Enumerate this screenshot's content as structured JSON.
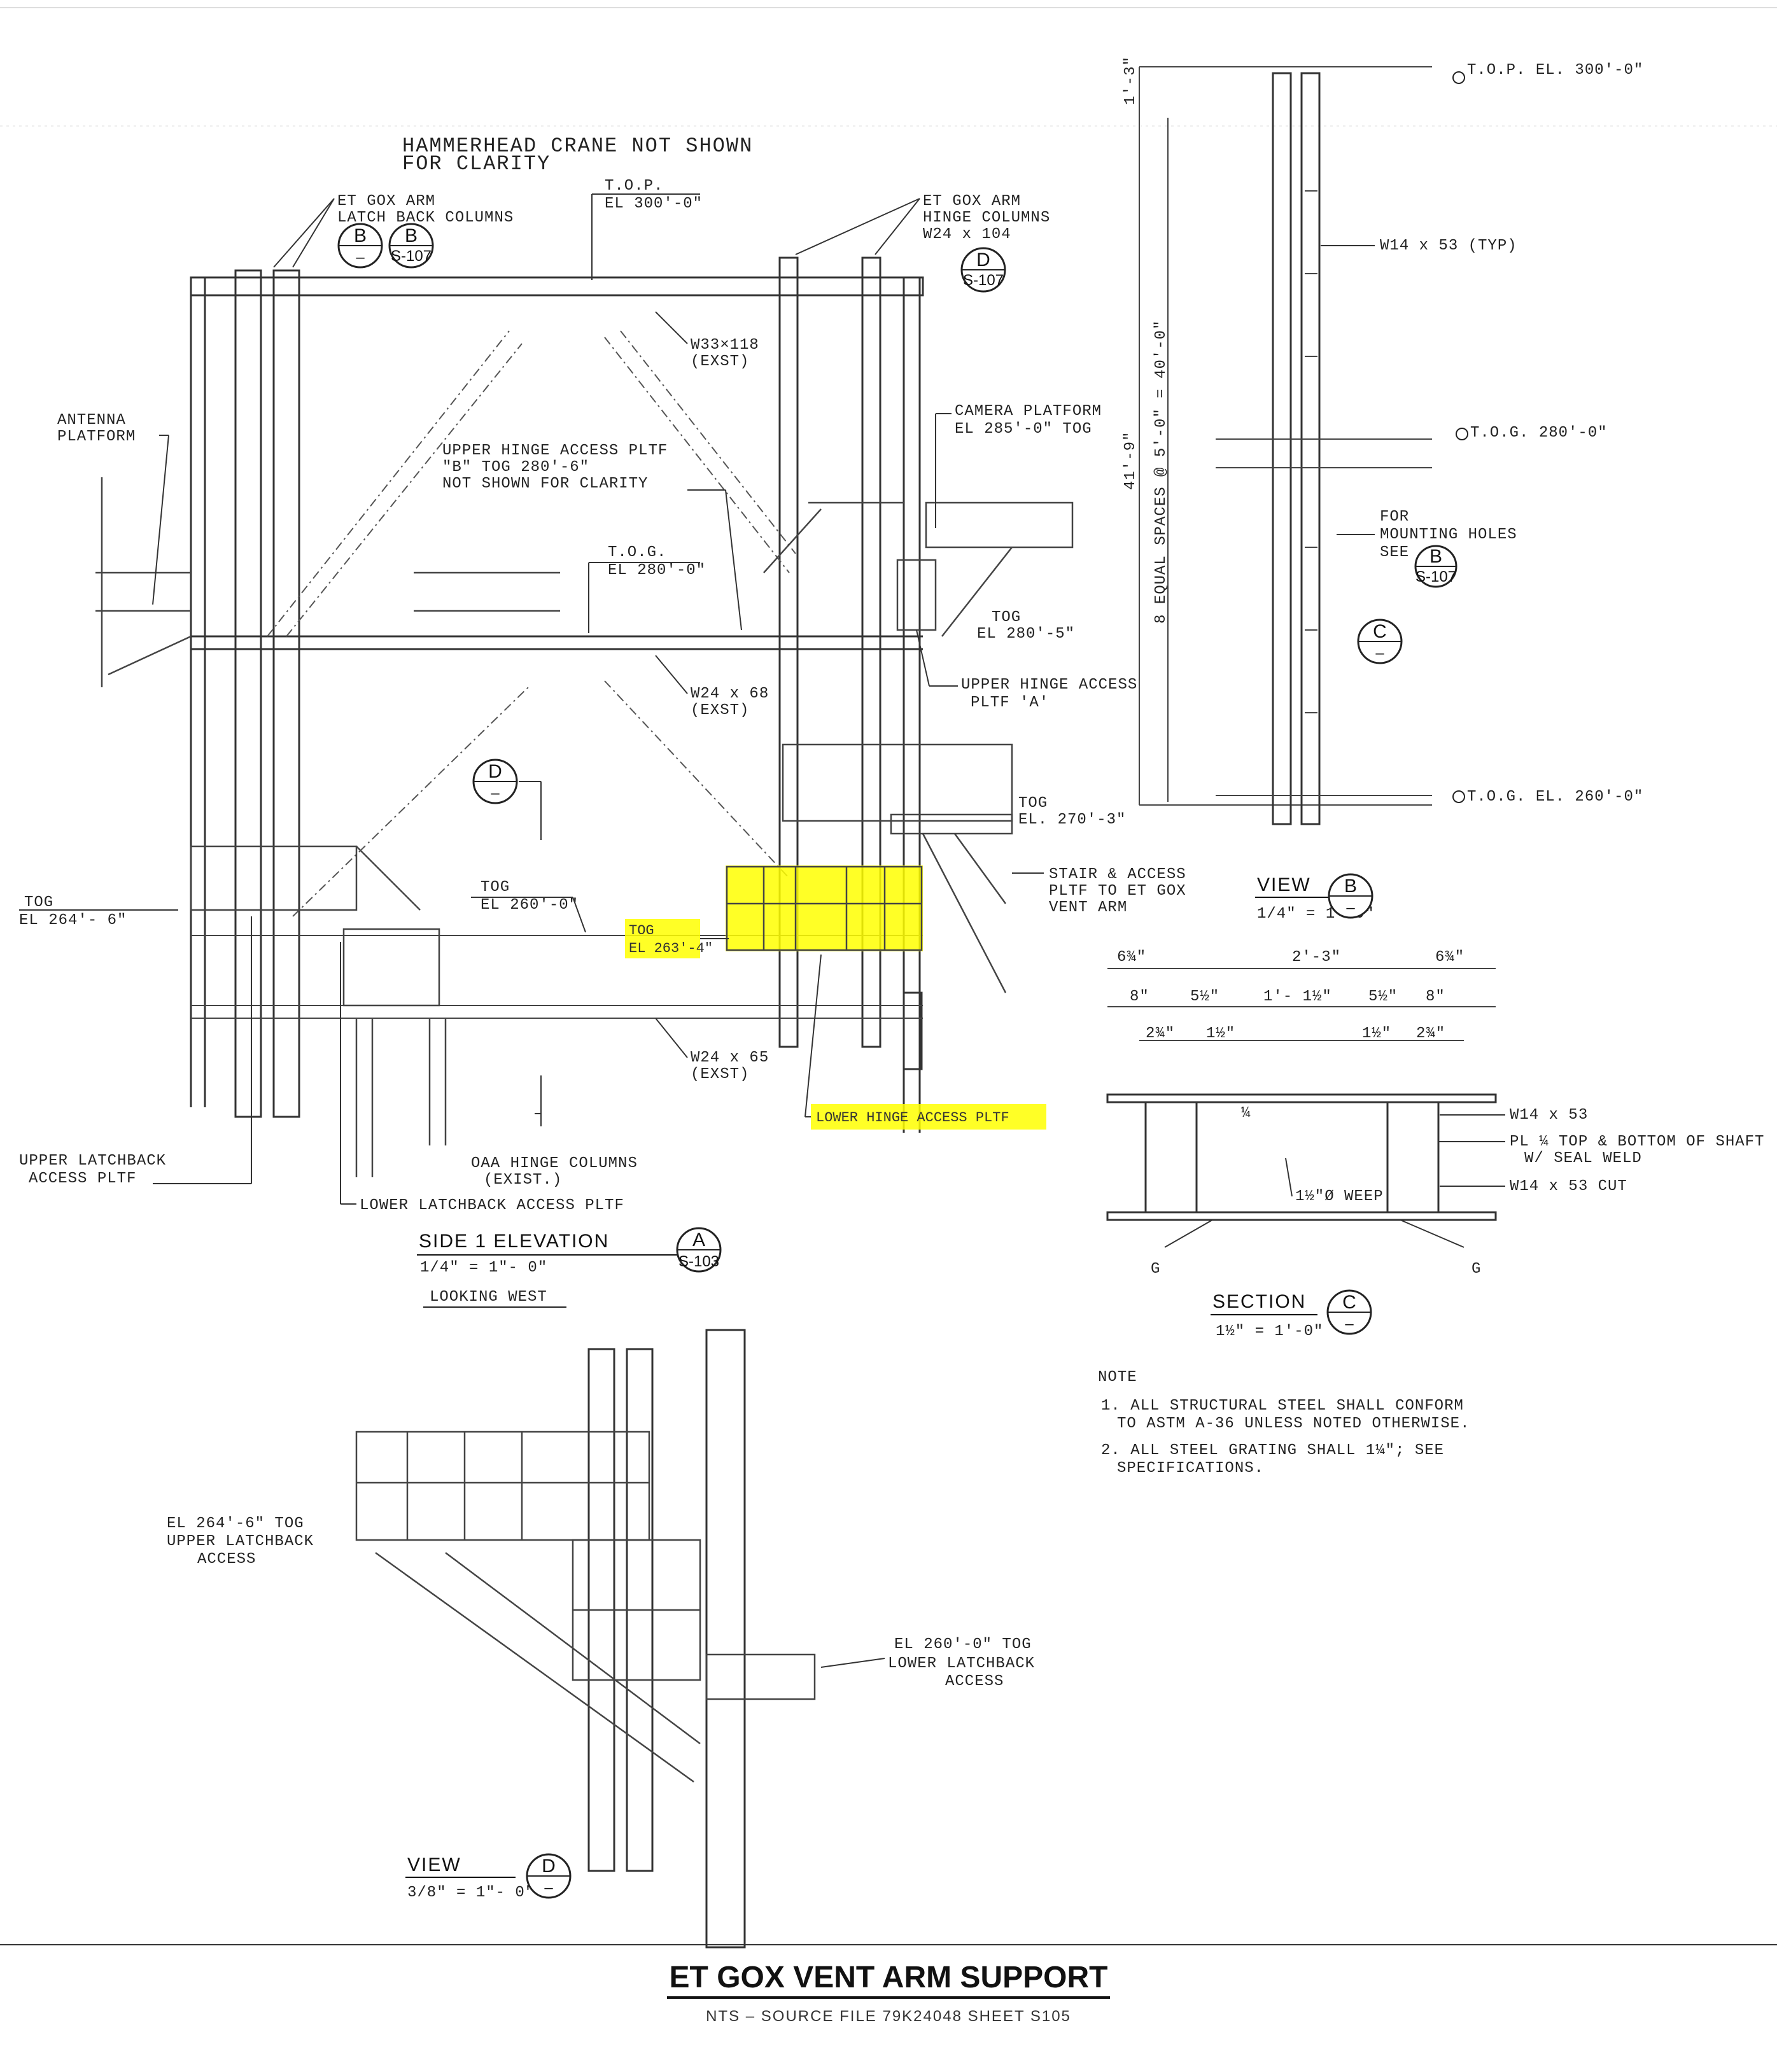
{
  "sheet": {
    "title": "ET GOX VENT ARM SUPPORT",
    "subtitle": "NTS  –  SOURCE FILE 79K24048 SHEET S105"
  },
  "elevation": {
    "note_top": [
      "HAMMERHEAD CRANE NOT SHOWN",
      "FOR CLARITY"
    ],
    "top_tag": [
      "T.O.P.",
      "EL 300'-0\""
    ],
    "latch_cols": [
      "ET GOX ARM",
      "LATCH BACK COLUMNS"
    ],
    "latch_bubble_left": {
      "top": "B",
      "bottom": "–"
    },
    "latch_bubble_right": {
      "top": "B",
      "bottom": "S-107"
    },
    "hinge_cols": [
      "ET GOX ARM",
      "HINGE COLUMNS",
      "W24 x 104"
    ],
    "hinge_bubble": {
      "top": "D",
      "bottom": "S-107"
    },
    "w33": [
      "W33×118",
      "(EXST)"
    ],
    "antenna": [
      "ANTENNA",
      "PLATFORM"
    ],
    "upper_hinge_b": [
      "UPPER HINGE ACCESS PLTF",
      "\"B\" TOG 280'-6\"",
      "NOT SHOWN FOR CLARITY"
    ],
    "camera": [
      "CAMERA PLATFORM",
      "EL 285'-0\" TOG"
    ],
    "tog280": [
      "T.O.G.",
      "EL 280'-0\""
    ],
    "tog2805": [
      "TOG",
      "EL 280'-5\""
    ],
    "w24_68": [
      "W24 x 68",
      "(EXST)"
    ],
    "upper_hinge_a": [
      "UPPER HINGE ACCESS",
      "PLTF 'A'"
    ],
    "cut_d": {
      "top": "D",
      "bottom": "–"
    },
    "tog2703": [
      "TOG",
      "EL. 270'-3\""
    ],
    "stair": [
      "STAIR & ACCESS",
      "PLTF TO ET GOX",
      "VENT ARM"
    ],
    "tog2646": [
      "TOG",
      "EL 264'- 6\""
    ],
    "tog260": [
      "TOG",
      "EL 260'-0\""
    ],
    "tog2634": [
      "TOG",
      "EL 263'-4\""
    ],
    "w24_65": [
      "W24 x 65",
      "(EXST)"
    ],
    "lower_hinge": "LOWER HINGE ACCESS PLTF",
    "upper_latch": [
      "UPPER LATCHBACK",
      "ACCESS PLTF"
    ],
    "oaa": [
      "OAA HINGE COLUMNS",
      "(EXIST.)"
    ],
    "lower_latch": "LOWER LATCHBACK ACCESS PLTF",
    "title": "SIDE 1 ELEVATION",
    "scale": "1/4\" = 1\"- 0\"",
    "looking": "LOOKING WEST",
    "bubble": {
      "top": "A",
      "bottom": "S-103"
    }
  },
  "viewB": {
    "top_tag": "T.O.P. EL. 300'-0\"",
    "w14": "W14 x 53  (TYP)",
    "tog280": "T.O.G. 280'-0\"",
    "mounting": [
      "FOR",
      "MOUNTING HOLES",
      "SEE"
    ],
    "mount_bubble": {
      "top": "B",
      "bottom": "S-107"
    },
    "cut_c": {
      "top": "C",
      "bottom": "–"
    },
    "tog260": "T.O.G. EL. 260'-0\"",
    "vert_dim": "8 EQUAL SPACES @ 5'-0\" = 40'-0\"",
    "vert_total": "41'-9\"",
    "dim_small": "1'-3\"",
    "title": "VIEW",
    "scale": "1/4\" = 1'-0\"",
    "bubble": {
      "top": "B",
      "bottom": "–"
    }
  },
  "sectionC": {
    "dims_top": [
      "6¾\"",
      "2'-3\"",
      "6¾\""
    ],
    "dims_mid": [
      "8\"",
      "5½\"",
      "1'- 1½\"",
      "5½\"",
      "8\""
    ],
    "dims_small": [
      "2¾\"",
      "1½\"",
      "1½\"",
      "2¾\""
    ],
    "w14": "W14 x 53",
    "pl": [
      "PL ¼ TOP & BOTTOM OF SHAFT",
      "W/ SEAL WELD"
    ],
    "cut": "W14 x 53 CUT",
    "weep": "1½\"Ø WEEP",
    "weld": "¼",
    "sec_mark": "G",
    "title": "SECTION",
    "scale": "1½\" = 1'-0\"",
    "bubble": {
      "top": "C",
      "bottom": "–"
    }
  },
  "note": {
    "heading": "NOTE",
    "items": [
      "1. ALL STRUCTURAL STEEL SHALL CONFORM",
      "TO ASTM A-36 UNLESS NOTED OTHERWISE.",
      "2. ALL STEEL GRATING SHALL 1¼\"; SEE",
      "SPECIFICATIONS."
    ]
  },
  "viewD": {
    "upper": [
      "EL 264'-6\" TOG",
      "UPPER LATCHBACK",
      "ACCESS"
    ],
    "lower": [
      "EL 260'-0\" TOG",
      "LOWER LATCHBACK",
      "ACCESS"
    ],
    "title": "VIEW",
    "scale": "3/8\" = 1\"- 0\"",
    "bubble": {
      "top": "D",
      "bottom": "–"
    }
  },
  "highlight_color": "#ffff00"
}
